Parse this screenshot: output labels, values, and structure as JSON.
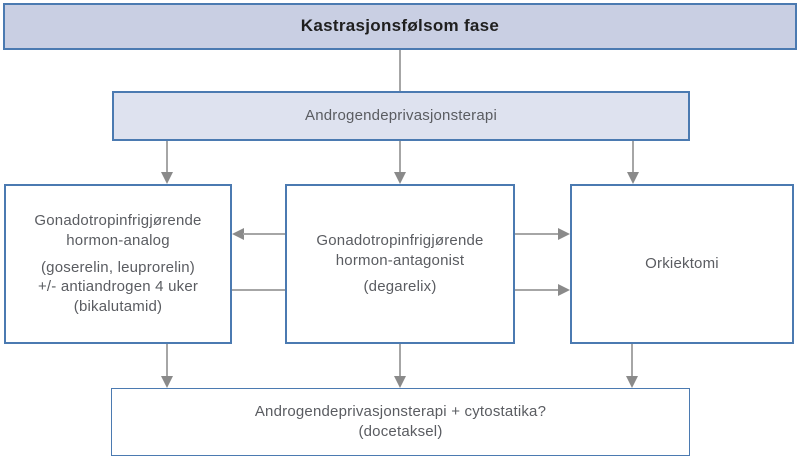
{
  "header": {
    "label": "Kastrasjonsfølsom fase"
  },
  "adt": {
    "label": "Androgendeprivasjonsterapi"
  },
  "treatments": {
    "analog": {
      "title_lines": [
        "Gonadotropinfrigjørende",
        "hormon-analog"
      ],
      "detail_lines": [
        "(goserelin, leuprorelin)",
        "+/- antiandrogen 4 uker",
        "(bikalutamid)"
      ]
    },
    "antagonist": {
      "title_lines": [
        "Gonadotropinfrigjørende",
        "hormon-antagonist"
      ],
      "detail_lines": [
        "(degarelix)"
      ]
    },
    "orchiectomy": {
      "label": "Orkiektomi"
    }
  },
  "bottom": {
    "line1": "Androgendeprivasjonsterapi + cytostatika?",
    "line2": "(docetaksel)"
  },
  "colors": {
    "box_border": "#4b7ab1",
    "header_fill": "#c9cfe3",
    "adt_fill": "#dee2ef",
    "connector_line": "#a6a6a6",
    "arrowhead": "#8a8a8a",
    "header_text": "#1f1f1f",
    "body_text": "#5a5c61"
  }
}
